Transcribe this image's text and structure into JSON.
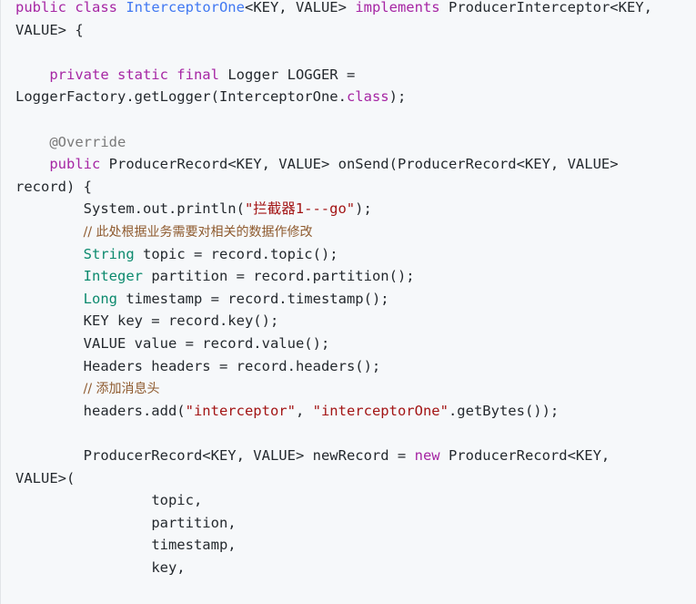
{
  "code": {
    "l1": {
      "a": "public class",
      "b": "InterceptorOne",
      "c": "<KEY, VALUE>",
      "d": "implements",
      "e": "ProducerInterceptor<KEY,"
    },
    "l2": "VALUE> {",
    "l3": {
      "a": "private static final",
      "b": "Logger LOGGER ="
    },
    "l4": {
      "a": "LoggerFactory.getLogger(InterceptorOne.",
      "b": "class",
      "c": ");"
    },
    "l5": "@Override",
    "l6": {
      "a": "public",
      "b": "ProducerRecord<KEY, VALUE> onSend(ProducerRecord<KEY, VALUE>"
    },
    "l7": "record) {",
    "l8": {
      "a": "System.out.println(",
      "b": "\"拦截器1---go\"",
      "c": ");"
    },
    "l9": "// 此处根据业务需要对相关的数据作修改",
    "l10": {
      "a": "String",
      "b": "topic = record.topic();"
    },
    "l11": {
      "a": "Integer",
      "b": "partition = record.partition();"
    },
    "l12": {
      "a": "Long",
      "b": "timestamp = record.timestamp();"
    },
    "l13": "KEY key = record.key();",
    "l14": "VALUE value = record.value();",
    "l15": "Headers headers = record.headers();",
    "l16": "// 添加消息头",
    "l17": {
      "a": "headers.add(",
      "b": "\"interceptor\"",
      "c": ", ",
      "d": "\"interceptorOne\"",
      "e": ".getBytes());"
    },
    "l18": {
      "a": "ProducerRecord<KEY, VALUE> newRecord =",
      "b": "new",
      "c": "ProducerRecord<KEY,"
    },
    "l19": "VALUE>(",
    "l20": "topic,",
    "l21": "partition,",
    "l22": "timestamp,",
    "l23": "key,"
  }
}
